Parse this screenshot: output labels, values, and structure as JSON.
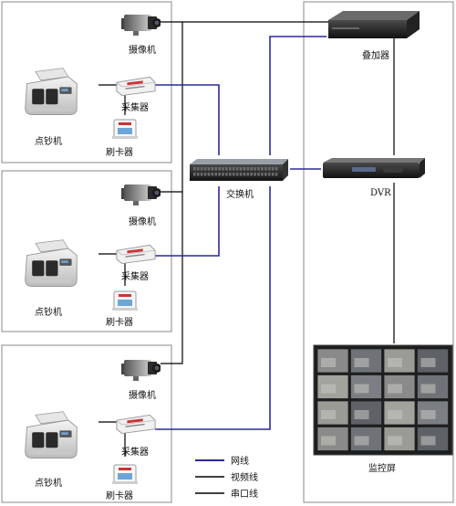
{
  "branches": [
    {
      "camera": "摄像机",
      "counter": "点钞机",
      "collector": "采集器",
      "reader": "刷卡器"
    },
    {
      "camera": "摄像机",
      "counter": "点钞机",
      "collector": "采集器",
      "reader": "刷卡器"
    },
    {
      "camera": "摄像机",
      "counter": "点钞机",
      "collector": "采集器",
      "reader": "刷卡器"
    }
  ],
  "switch": "交换机",
  "overlay": "叠加器",
  "dvr": "DVR",
  "monitor": "监控屏",
  "legend": {
    "network": "网线",
    "video": "视频线",
    "serial": "串口线"
  },
  "colors": {
    "network": "#2a2a9a",
    "video": "#000000",
    "serial": "#000000",
    "frame": "#888888"
  },
  "icons": {
    "camera": "cctv-camera-icon",
    "counter": "money-counter-icon",
    "collector": "collector-box-icon",
    "reader": "card-reader-icon",
    "switch": "network-switch-icon",
    "overlay": "overlay-unit-icon",
    "dvr": "dvr-icon",
    "monitor": "video-wall-icon"
  }
}
